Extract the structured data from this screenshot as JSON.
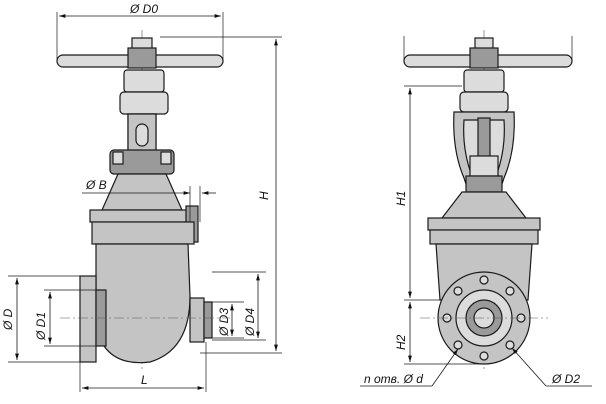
{
  "labels": {
    "D0": "Ø D0",
    "B": "Ø B",
    "H": "H",
    "D": "Ø D",
    "D1": "Ø D1",
    "D3": "Ø D3",
    "D4": "Ø D4",
    "L": "L",
    "H1": "H1",
    "H2": "H2",
    "n_holes": "n отв. Ø d",
    "D2": "Ø D2"
  }
}
